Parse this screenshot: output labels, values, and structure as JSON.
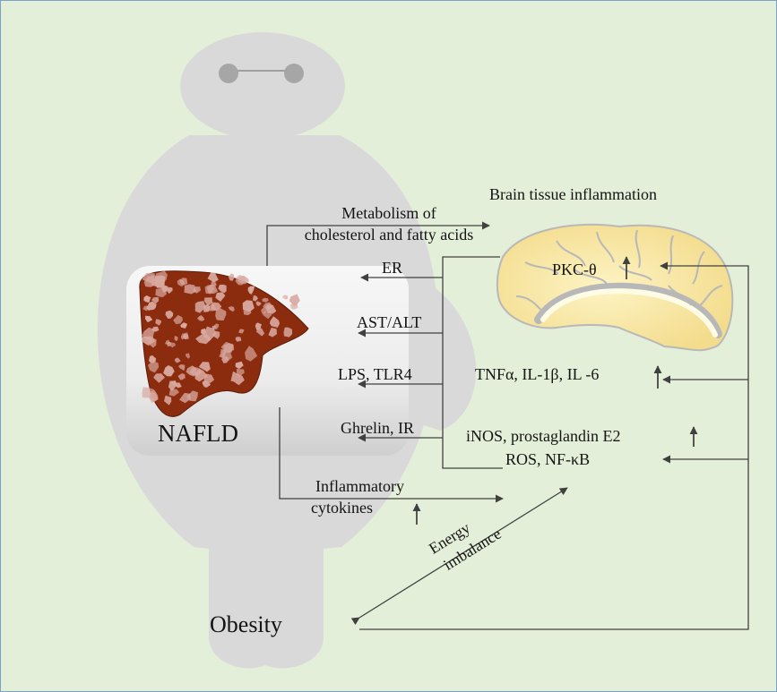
{
  "diagram": {
    "liver": "NAFLD",
    "brain": "Brain tissue inflammation",
    "obesity": "Obesity",
    "pathways": {
      "metabolism_line1": "Metabolism  of",
      "metabolism_line2": "cholesterol and fatty acids",
      "er": "ER",
      "ast_alt": "AST/ALT",
      "lps_tlr4": "LPS, TLR4",
      "ghrelin_ir": "Ghrelin, IR",
      "cytokines_line1": "Inflammatory",
      "cytokines_line2": "cytokines",
      "energy_line1": "Energy",
      "energy_line2": "imbalance"
    },
    "brain_markers": {
      "pkc": "PKC-θ",
      "tnf": "TNFα, IL-1β, IL -6",
      "inos": "iNOS, prostaglandin  E2",
      "ros": "ROS, NF-κB"
    },
    "colors": {
      "background": "#e4efd9",
      "silhouette": "#d9d9d9",
      "liver": "#8b2c0e",
      "liver_spots": "#d9a9a0",
      "brain": "#f6e8b4",
      "arrow": "#404040"
    }
  }
}
